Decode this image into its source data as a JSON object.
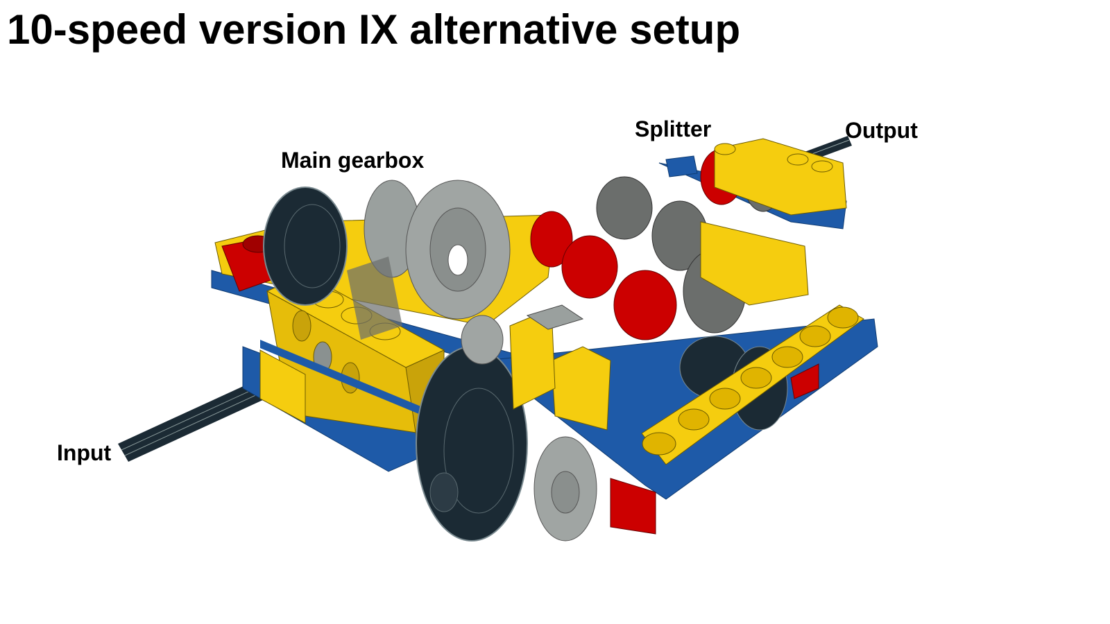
{
  "title": "10-speed version IX alternative setup",
  "labels": {
    "main_gearbox": "Main gearbox",
    "splitter": "Splitter",
    "output": "Output",
    "input": "Input"
  },
  "colors": {
    "yellow": "#f5cd0f",
    "yellow_dark": "#c9a30a",
    "red": "#cc0000",
    "red_dark": "#990000",
    "blue": "#1e5aa8",
    "blue_dark": "#164a8a",
    "light_gray": "#a0a5a3",
    "dark_gray": "#6b6e6c",
    "black": "#1b2a34"
  }
}
